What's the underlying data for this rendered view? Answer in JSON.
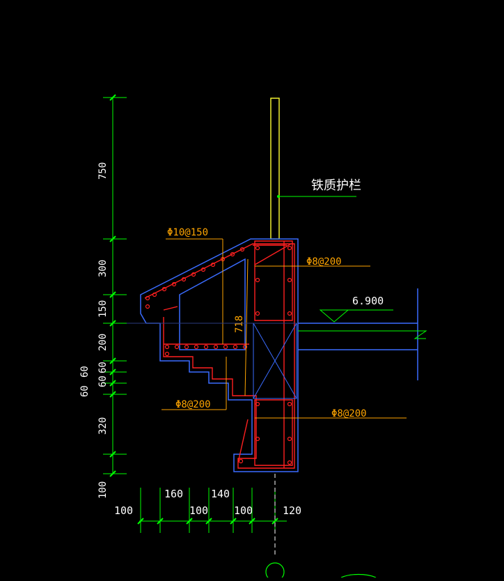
{
  "drawing": {
    "railing_label": "铁质护栏",
    "rebar_top": "Φ10@150",
    "rebar_right_top": "Φ8@200",
    "rebar_left_bottom": "Φ8@200",
    "rebar_right_bottom": "Φ8@200",
    "level_mark": "6.900",
    "section_mark": "718"
  },
  "dimensions": {
    "vertical": [
      "750",
      "300",
      "150",
      "200",
      "60",
      "60",
      "60",
      "60",
      "320",
      "100"
    ],
    "horizontal_top": [
      "160",
      "140"
    ],
    "horizontal_bottom": [
      "100",
      "100",
      "100",
      "120"
    ]
  },
  "colors": {
    "background": "#000000",
    "dimension": "#00ff00",
    "concrete": "#3a6cff",
    "rebar": "#ff2020",
    "leader": "#ffa500",
    "rail": "#ffff33",
    "text": "#ffffff"
  }
}
